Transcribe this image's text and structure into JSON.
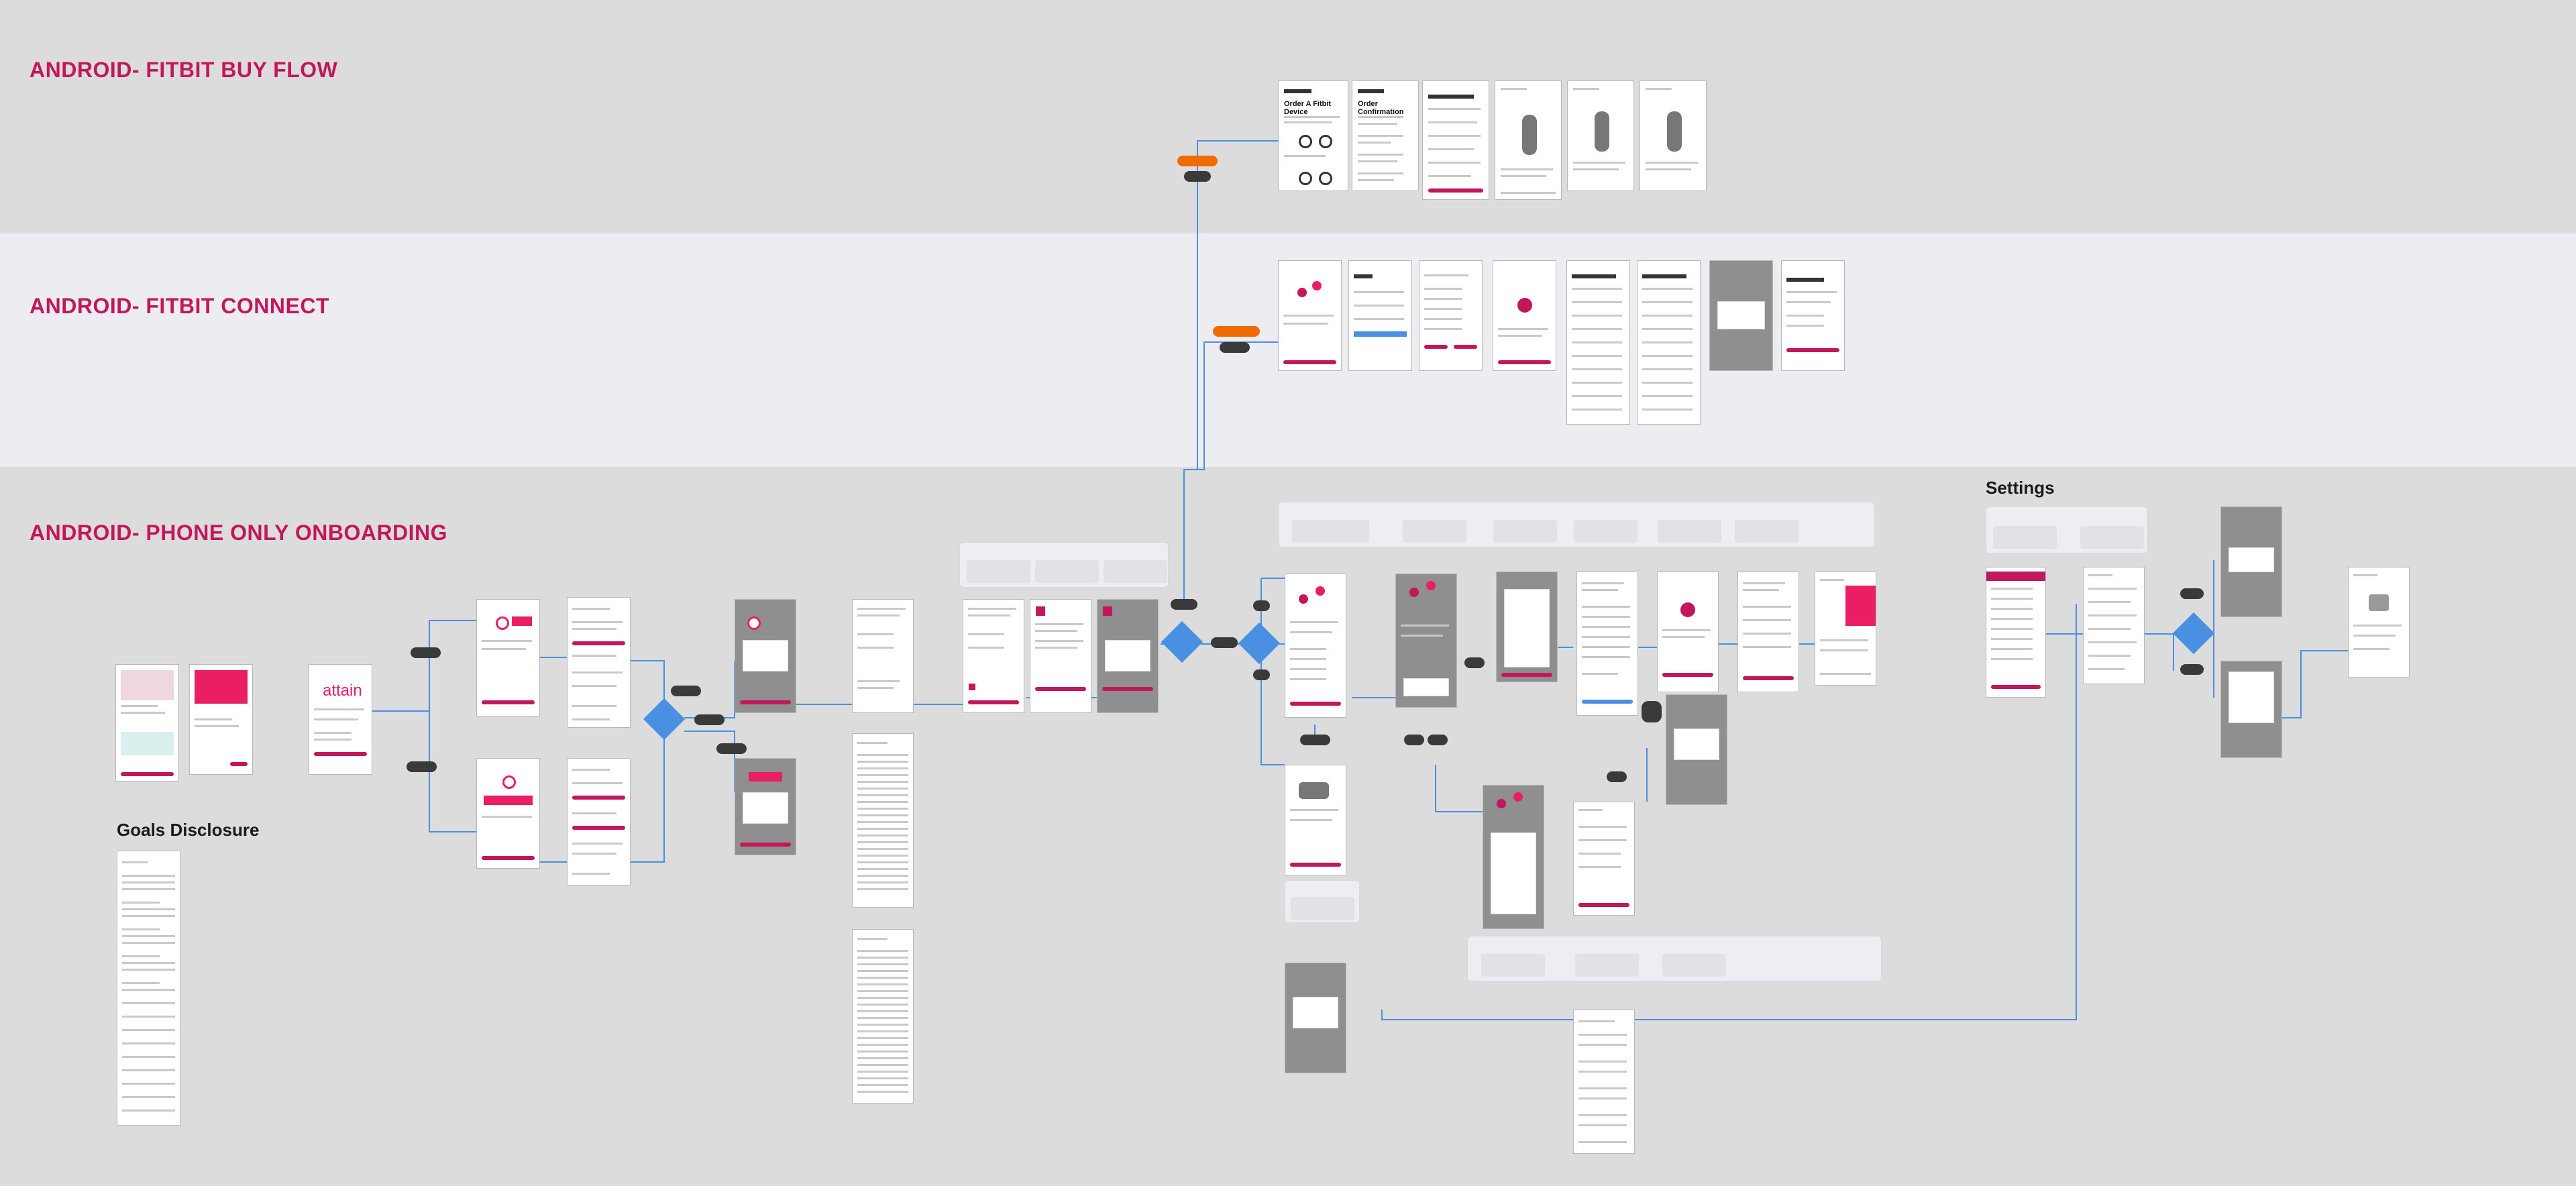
{
  "sections": {
    "buy_flow": "ANDROID- FITBIT BUY FLOW",
    "connect": "ANDROID- FITBIT CONNECT",
    "onboarding": "ANDROID- PHONE ONLY ONBOARDING",
    "settings": "Settings",
    "goals": "Goals Disclosure"
  },
  "screens": {
    "order_device": "Order A Fitbit Device",
    "order_confirm": "Order Confirmation"
  },
  "logo_text": "attain",
  "colors": {
    "accent": "#c2185b",
    "flow_line": "#4a90e2",
    "decision": "#4a90e2",
    "label_pill": "#3a3a3a",
    "label_pill_orange": "#ef6c00"
  }
}
